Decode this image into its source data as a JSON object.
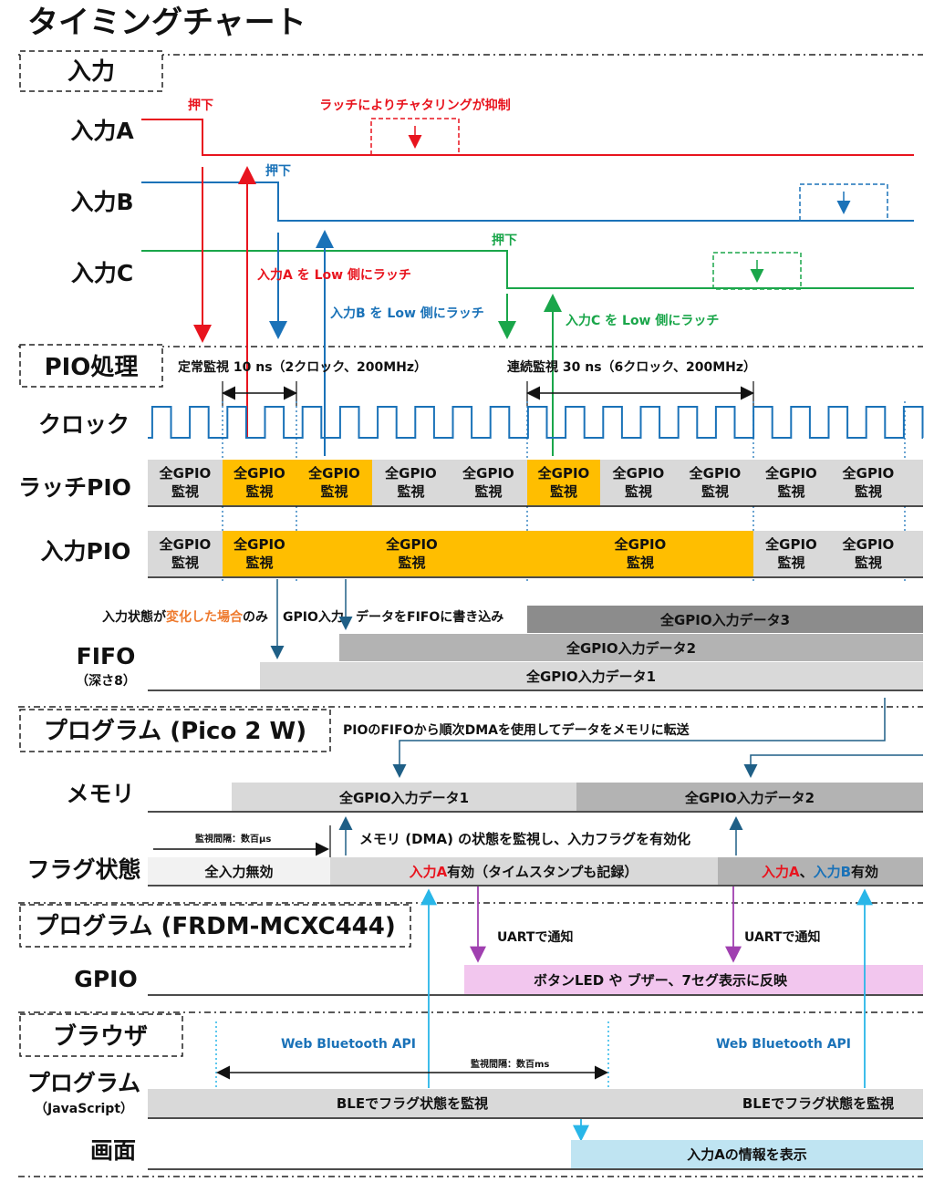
{
  "title": "タイミングチャート",
  "sections": {
    "input": "入力",
    "pio": "PIO処理",
    "pico": "プログラム (Pico 2 W)",
    "frdm": "プログラム (FRDM-MCXC444)",
    "browser": "ブラウザ"
  },
  "rows": {
    "input_a": "入力A",
    "input_b": "入力B",
    "input_c": "入力C",
    "clock": "クロック",
    "latch_pio": "ラッチPIO",
    "input_pio": "入力PIO",
    "fifo": "FIFO",
    "fifo_sub": "（深さ8）",
    "memory": "メモリ",
    "flag": "フラグ状態",
    "gpio": "GPIO",
    "program": "プログラム",
    "program_sub": "（JavaScript）",
    "screen": "画面"
  },
  "labels": {
    "press_a": "押下",
    "press_b": "押下",
    "press_c": "押下",
    "chatter": "ラッチによりチャタリングが抑制",
    "latch_a": "入力A を Low 側にラッチ",
    "latch_b": "入力B を Low 側にラッチ",
    "latch_c": "入力C を Low 側にラッチ",
    "monitor_normal": "定常監視 10 ns（2クロック、200MHz）",
    "monitor_cont": "連続監視 30 ns（6クロック、200MHz）",
    "fifo_note_1": "入力状態が",
    "fifo_note_2": "変化した場合",
    "fifo_note_3": "のみ",
    "fifo_note_4": "GPIO入力",
    "fifo_note_5": "データをFIFOに書き込み",
    "dma_note": "PIOのFIFOから順次DMAを使用してデータをメモリに転送",
    "flag_interval": "監視間隔：数百μs",
    "flag_note": "メモリ (DMA) の状態を監視し、入力フラグを有効化",
    "uart_1": "UARTで通知",
    "uart_2": "UARTで通知",
    "web_bt_1": "Web Bluetooth API",
    "web_bt_2": "Web Bluetooth API",
    "ble_interval": "監視間隔：数百ms"
  },
  "cells": {
    "gpio_top": "全GPIO",
    "gpio_bottom": "監視"
  },
  "fifo": {
    "d1": "全GPIO入力データ1",
    "d2": "全GPIO入力データ2",
    "d3": "全GPIO入力データ3"
  },
  "memory": {
    "d1": "全GPIO入力データ1",
    "d2": "全GPIO入力データ2"
  },
  "flag": {
    "none": "全入力無効",
    "a_prefix": "入力A",
    "a_suffix": "有効（タイムスタンプも記録）",
    "ab_a": "入力A",
    "ab_sep": "、",
    "ab_b": "入力B",
    "ab_suffix": "有効"
  },
  "gpio_out": "ボタンLED や ブザー、7セグ表示に反映",
  "js": {
    "ble_1": "BLEでフラグ状態を監視",
    "ble_2": "BLEでフラグ状態を監視"
  },
  "screen": "入力Aの情報を表示",
  "colors": {
    "red": "#e8141e",
    "blue": "#1a72b8",
    "green": "#1aa64a",
    "orange": "#ffbe00",
    "gray_light": "#d9d9d9",
    "purple": "#a040b0",
    "pink": "#f2c6ee",
    "cyan": "#29b6e8",
    "light_blue": "#bfe4f2"
  }
}
